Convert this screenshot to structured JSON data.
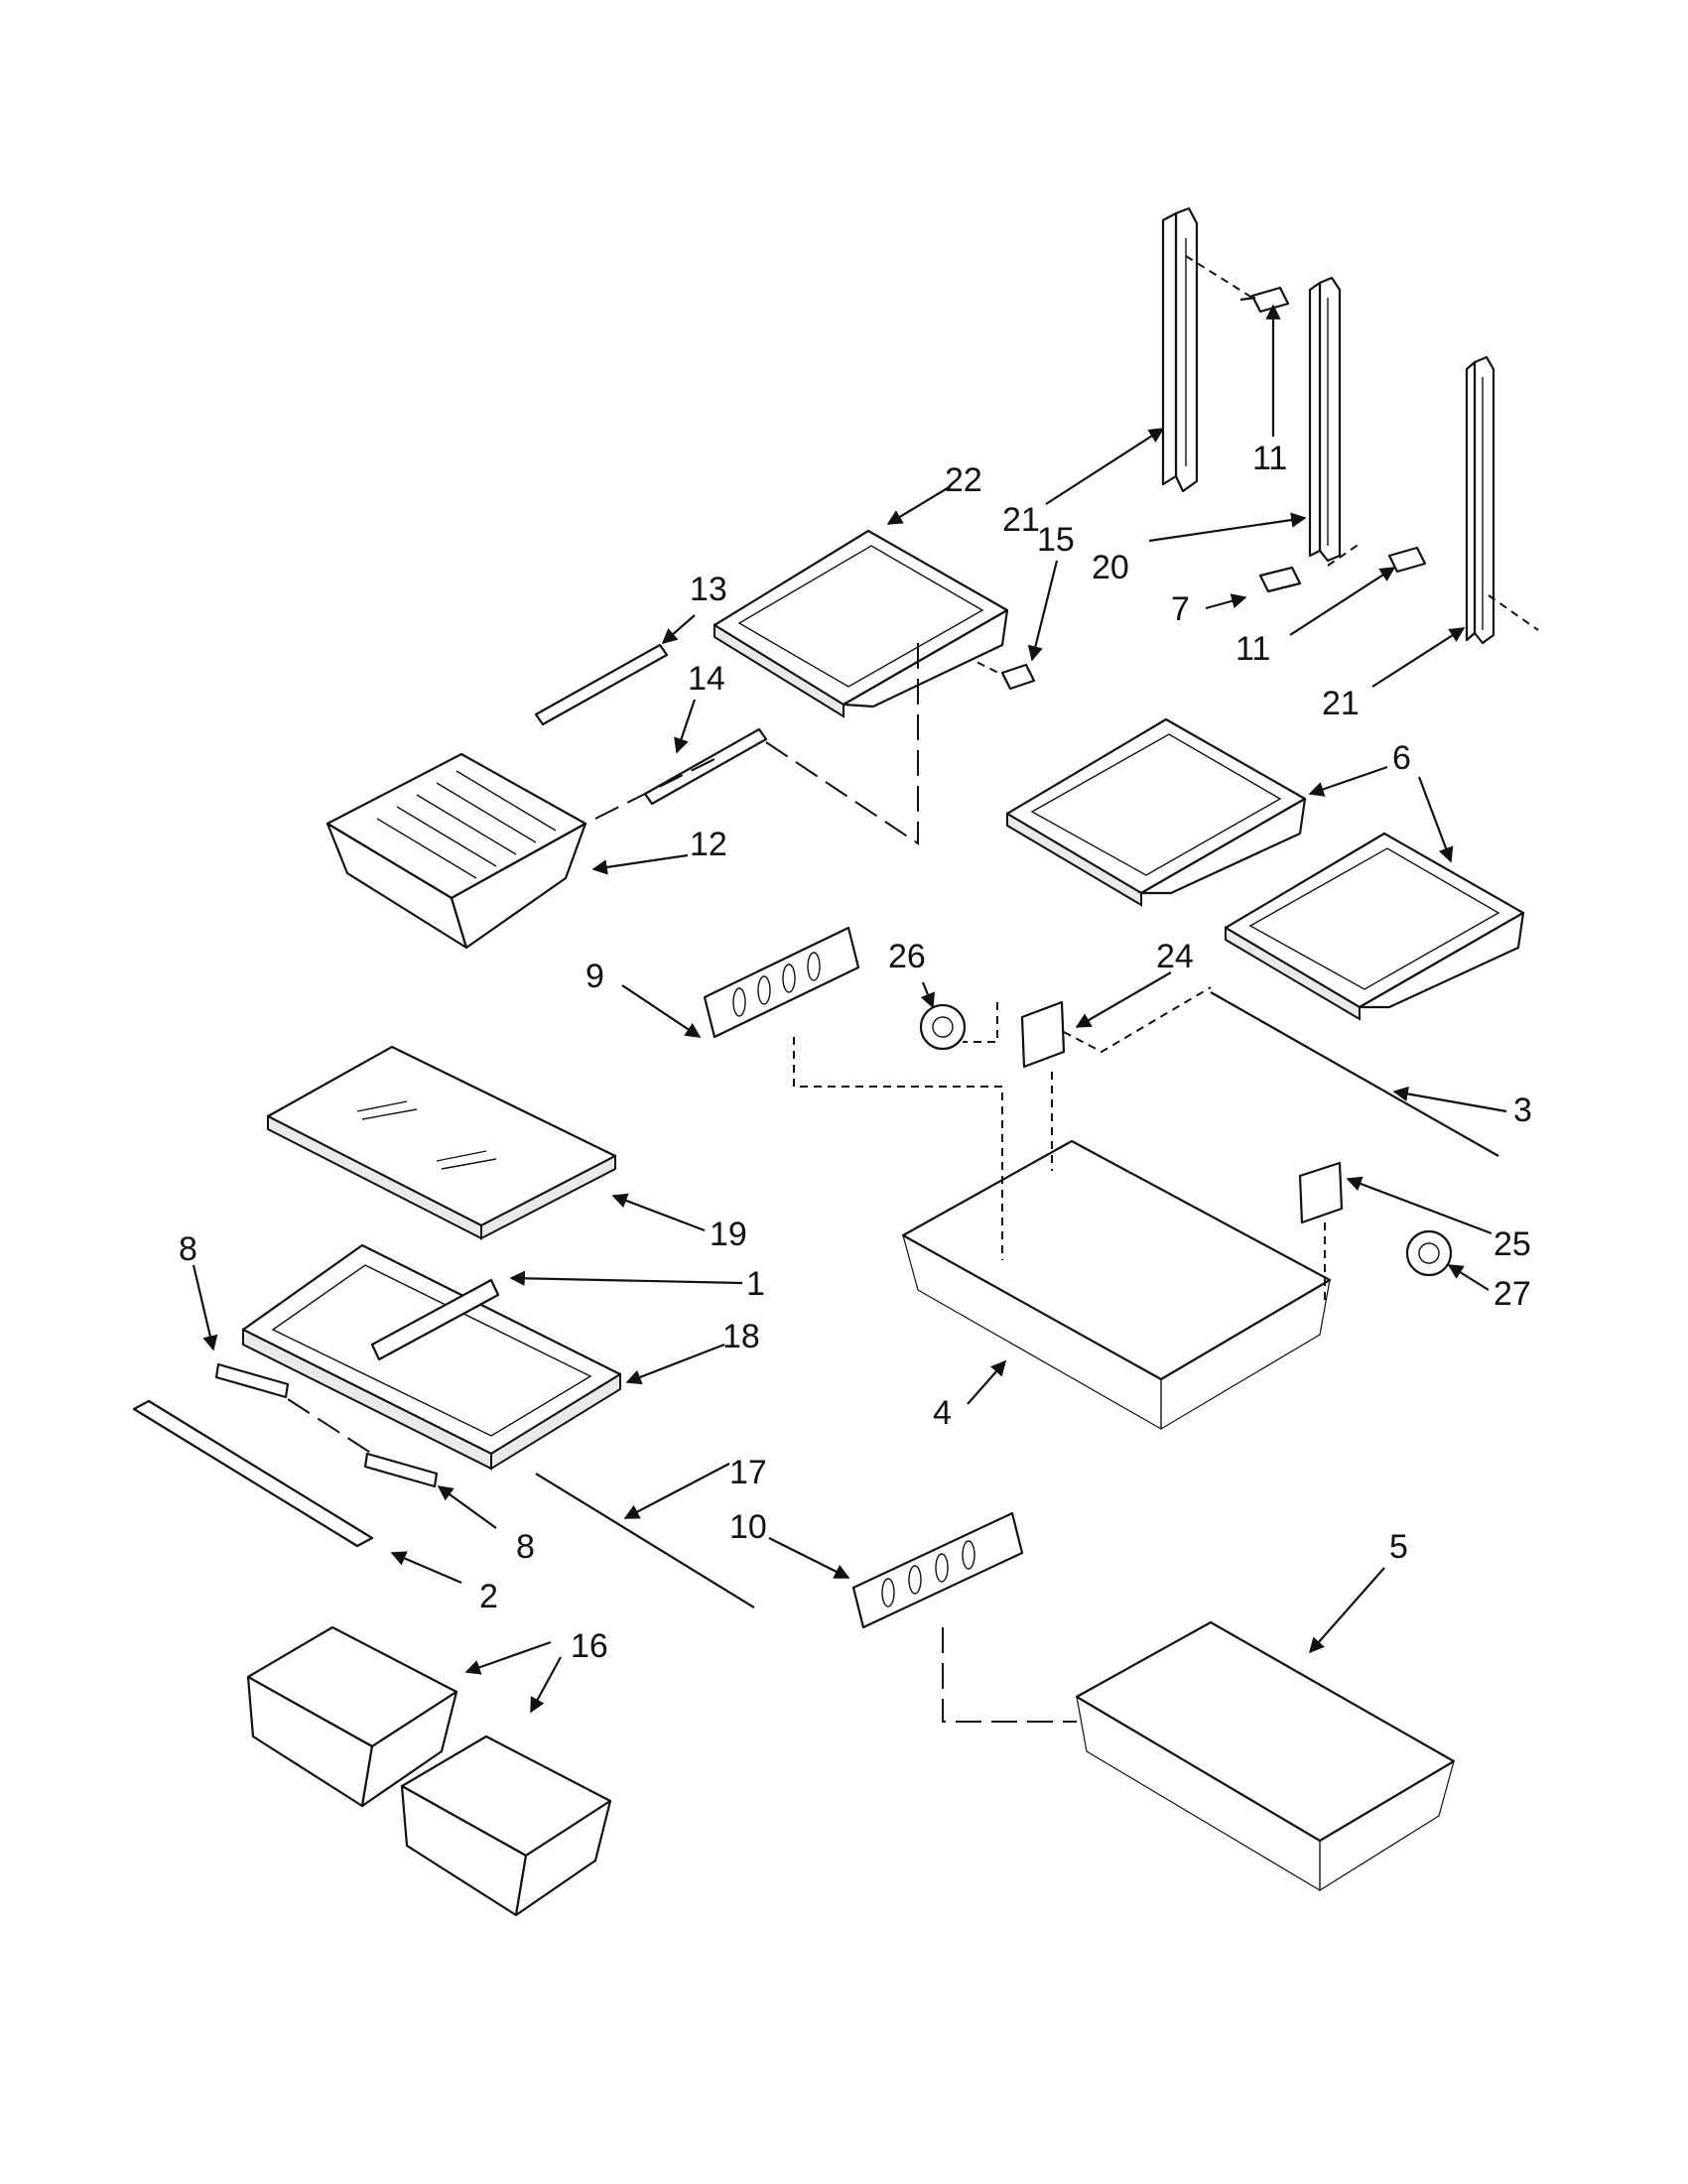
{
  "callouts": {
    "c1": "1",
    "c2": "2",
    "c3": "3",
    "c4": "4",
    "c5": "5",
    "c6": "6",
    "c7": "7",
    "c8a": "8",
    "c8b": "8",
    "c9": "9",
    "c10": "10",
    "c11a": "11",
    "c11b": "11",
    "c12": "12",
    "c13": "13",
    "c14": "14",
    "c15": "15",
    "c16": "16",
    "c17": "17",
    "c18": "18",
    "c19": "19",
    "c20": "20",
    "c21a": "21",
    "c21b": "21",
    "c22": "22",
    "c24": "24",
    "c25": "25",
    "c26": "26",
    "c27": "27"
  }
}
